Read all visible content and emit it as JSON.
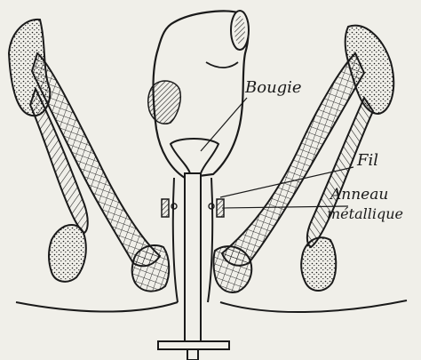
{
  "figure": {
    "labels": {
      "bougie": "Bougie",
      "fil": "Fil",
      "anneau_line1": "Anneau",
      "anneau_line2": "métallique"
    }
  },
  "colors": {
    "background": "#f0efe9",
    "ink": "#1a1a1a"
  }
}
